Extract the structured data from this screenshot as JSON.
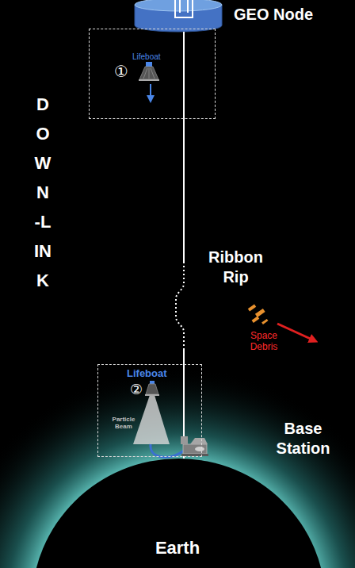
{
  "diagram": {
    "nodes": [
      {
        "text": [
          "GEO Node"
        ]
      },
      {
        "text": [
          "Lifeboat",
          "①"
        ]
      },
      {
        "text": [
          "Lifeboat",
          "②",
          "Particle Beam"
        ]
      },
      {
        "text": [
          "Earth"
        ]
      }
    ],
    "edges": [
      {
        "from": 0,
        "to": 3,
        "arrow": "none"
      }
    ],
    "labels": [
      "DOWN-LINK",
      "Ribbon Rip",
      "Space Debris",
      "Base Station"
    ]
  }
}
